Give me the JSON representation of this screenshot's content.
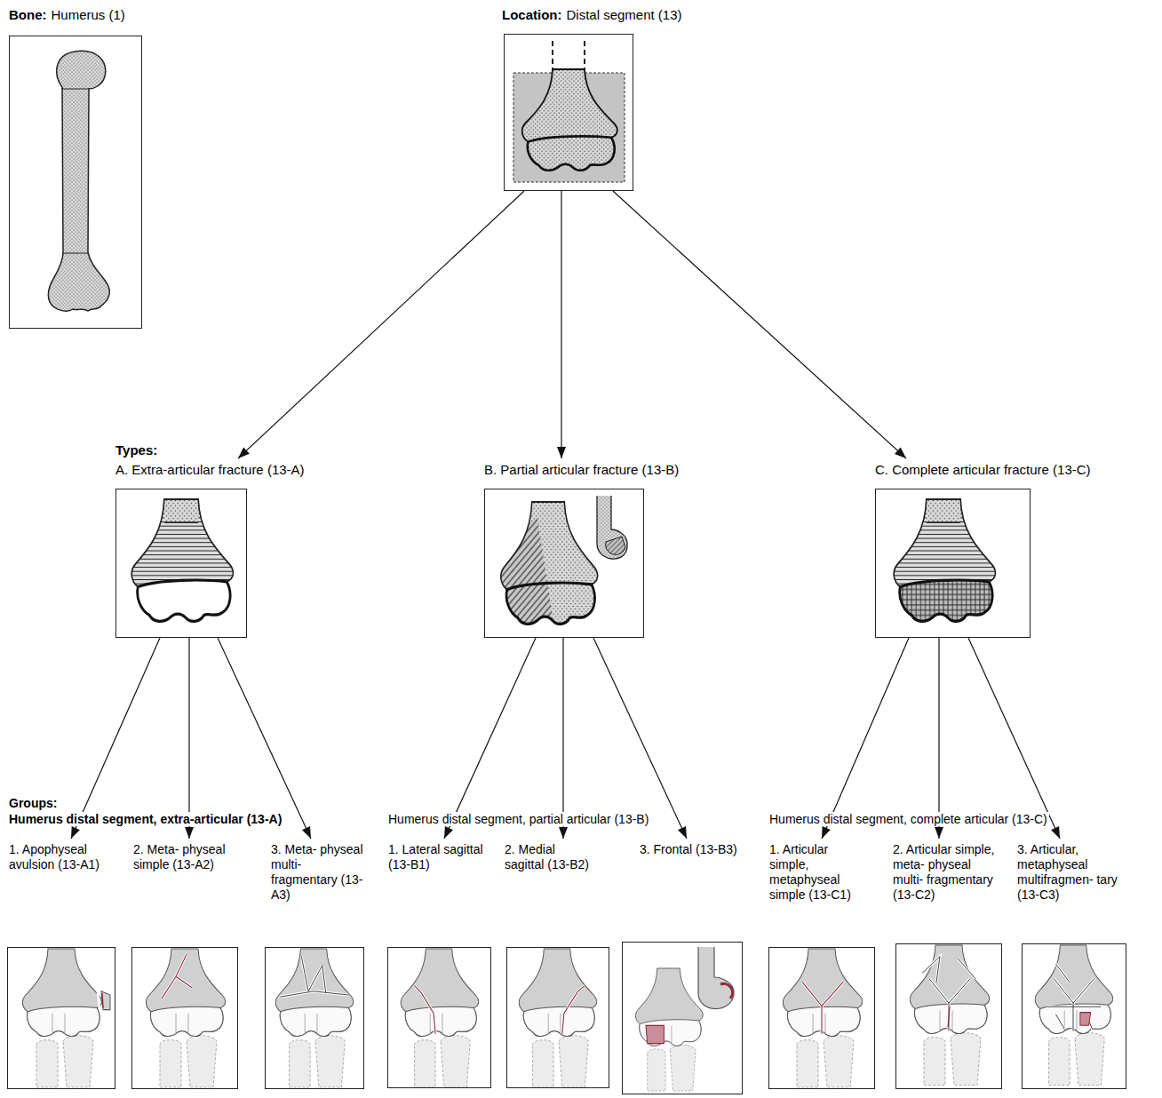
{
  "diagram": {
    "nodes": [
      {
        "text": [
          "Bone:",
          "Humerus (1)"
        ]
      },
      {
        "text": [
          "Location:",
          "Distal segment (13)"
        ]
      },
      {
        "text": [
          "A. Extra-articular fracture (13-A)"
        ]
      },
      {
        "text": [
          "B. Partial articular fracture (13-B)"
        ]
      },
      {
        "text": [
          "C. Complete articular fracture (13-C)"
        ]
      },
      {
        "text": [
          "1. Apophyseal avulsion (13-A1)"
        ]
      },
      {
        "text": [
          "2. Meta- physeal simple (13-A2)"
        ]
      },
      {
        "text": [
          "3. Meta- physeal multi- fragmentary (13-A3)"
        ]
      },
      {
        "text": [
          "1. Lateral sagittal (13-B1)"
        ]
      },
      {
        "text": [
          "2. Medial sagittal (13-B2)"
        ]
      },
      {
        "text": [
          "3. Frontal (13-B3)"
        ]
      },
      {
        "text": [
          "1. Articular simple, metaphyseal simple (13-C1)"
        ]
      },
      {
        "text": [
          "2. Articular simple, meta- physeal multi- fragmentary (13-C2)"
        ]
      },
      {
        "text": [
          "3. Articular, metaphyseal multifragmen- tary (13-C3)"
        ]
      }
    ],
    "edges": [
      {
        "from": 1,
        "to": 2,
        "arrow": "to"
      },
      {
        "from": 1,
        "to": 3,
        "arrow": "to"
      },
      {
        "from": 1,
        "to": 4,
        "arrow": "to"
      },
      {
        "from": 2,
        "to": 5,
        "arrow": "to"
      },
      {
        "from": 2,
        "to": 6,
        "arrow": "to"
      },
      {
        "from": 2,
        "to": 7,
        "arrow": "to"
      },
      {
        "from": 3,
        "to": 8,
        "arrow": "to"
      },
      {
        "from": 3,
        "to": 9,
        "arrow": "to"
      },
      {
        "from": 3,
        "to": 10,
        "arrow": "to"
      },
      {
        "from": 4,
        "to": 11,
        "arrow": "to"
      },
      {
        "from": 4,
        "to": 12,
        "arrow": "to"
      },
      {
        "from": 4,
        "to": 13,
        "arrow": "to"
      }
    ],
    "labels": [
      "Types:",
      "Groups:",
      "Humerus distal segment, extra-articular (13-A)",
      "Humerus distal segment, partial articular (13-B)",
      "Humerus distal segment, complete articular (13-C)"
    ]
  }
}
